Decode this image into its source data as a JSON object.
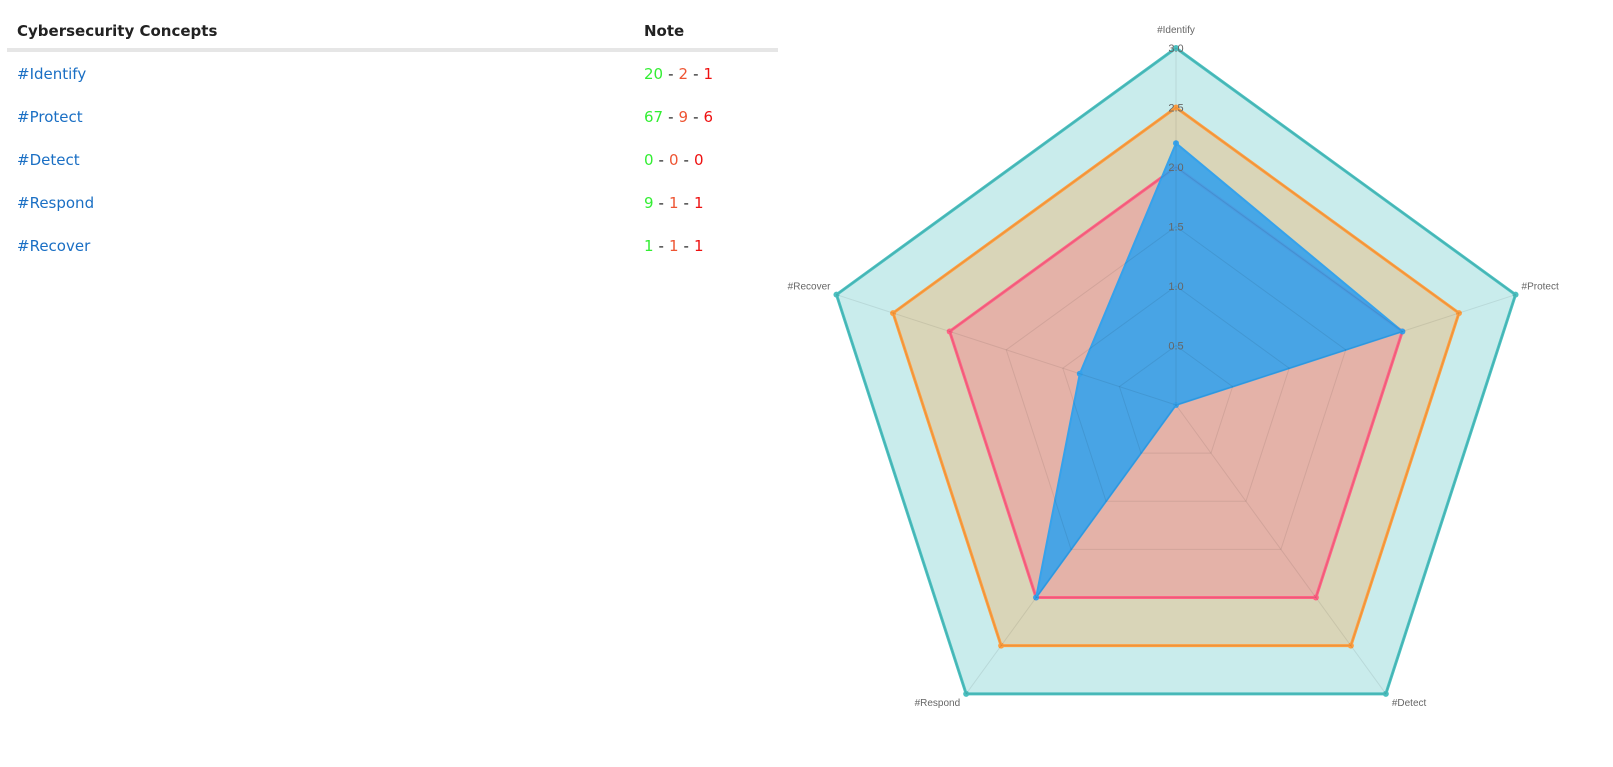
{
  "table": {
    "headers": {
      "concepts": "Cybersecurity Concepts",
      "note": "Note"
    },
    "rows": [
      {
        "label": "#Identify",
        "note": {
          "good": "20",
          "mid": "2",
          "bad": "1"
        }
      },
      {
        "label": "#Protect",
        "note": {
          "good": "67",
          "mid": "9",
          "bad": "6"
        }
      },
      {
        "label": "#Detect",
        "note": {
          "good": "0",
          "mid": "0",
          "bad": "0"
        }
      },
      {
        "label": "#Respond",
        "note": {
          "good": "9",
          "mid": "1",
          "bad": "1"
        }
      },
      {
        "label": "#Recover",
        "note": {
          "good": "1",
          "mid": "1",
          "bad": "1"
        }
      }
    ],
    "separator": "-",
    "colors": {
      "good": "#33ee33",
      "mid": "#ee5533",
      "bad": "#ee1111",
      "link": "#1a6fc4"
    }
  },
  "chart_data": {
    "type": "radar",
    "categories": [
      "#Identify",
      "#Protect",
      "#Detect",
      "#Respond",
      "#Recover"
    ],
    "rlim": [
      0,
      3.0
    ],
    "tick_labels": [
      "0.5",
      "1.0",
      "1.5",
      "2.0",
      "2.5",
      "3.0"
    ],
    "grid": true,
    "series": [
      {
        "values": [
          3.0,
          3.0,
          3.0,
          3.0,
          3.0
        ],
        "color": "#4bc0c0"
      },
      {
        "values": [
          2.5,
          2.5,
          2.5,
          2.5,
          2.5
        ],
        "color": "#ff9f40"
      },
      {
        "values": [
          2.0,
          2.0,
          2.0,
          2.0,
          2.0
        ],
        "color": "#ff6384"
      },
      {
        "values": [
          2.2,
          2.0,
          0.0,
          2.0,
          0.85
        ],
        "color": "#36a2eb"
      }
    ]
  }
}
